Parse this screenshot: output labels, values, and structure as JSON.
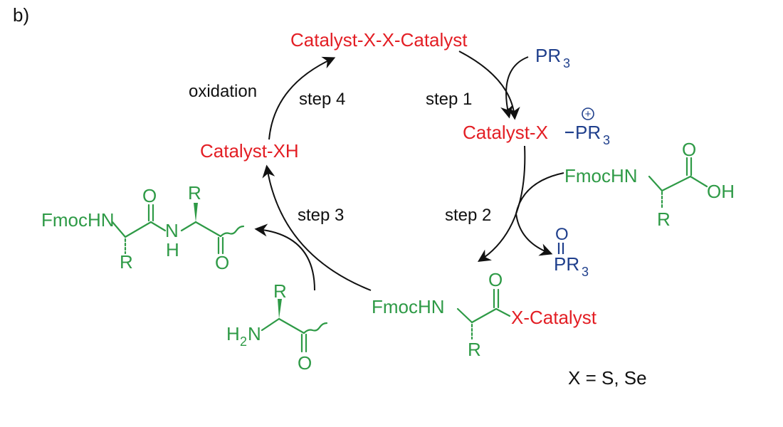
{
  "panel_label": "b)",
  "species": {
    "disulfide": "Catalyst-X-X-Catalyst",
    "phosphonium_left": "Catalyst-X",
    "pr3": "PR",
    "pr3_sub": "3",
    "plus": "+",
    "thiol": "Catalyst-XH",
    "phosphine_oxide_o": "O",
    "fmochn": "FmocHN",
    "acid_o": "O",
    "acid_oh": "OH",
    "r": "R",
    "acyl_catalyst": "X-Catalyst",
    "amine_h": "H",
    "amine_n": "N",
    "amine_sub": "2",
    "amide_nh_n": "N",
    "amide_nh_h": "H"
  },
  "steps": {
    "step1": "step 1",
    "step2": "step 2",
    "step3": "step 3",
    "step4": "step 4",
    "oxidation": "oxidation"
  },
  "legend": "X = S, Se",
  "colors": {
    "catalyst": "#e31e24",
    "peptide": "#2e9a46",
    "phosphine": "#1f3f8c",
    "text": "#111111"
  }
}
